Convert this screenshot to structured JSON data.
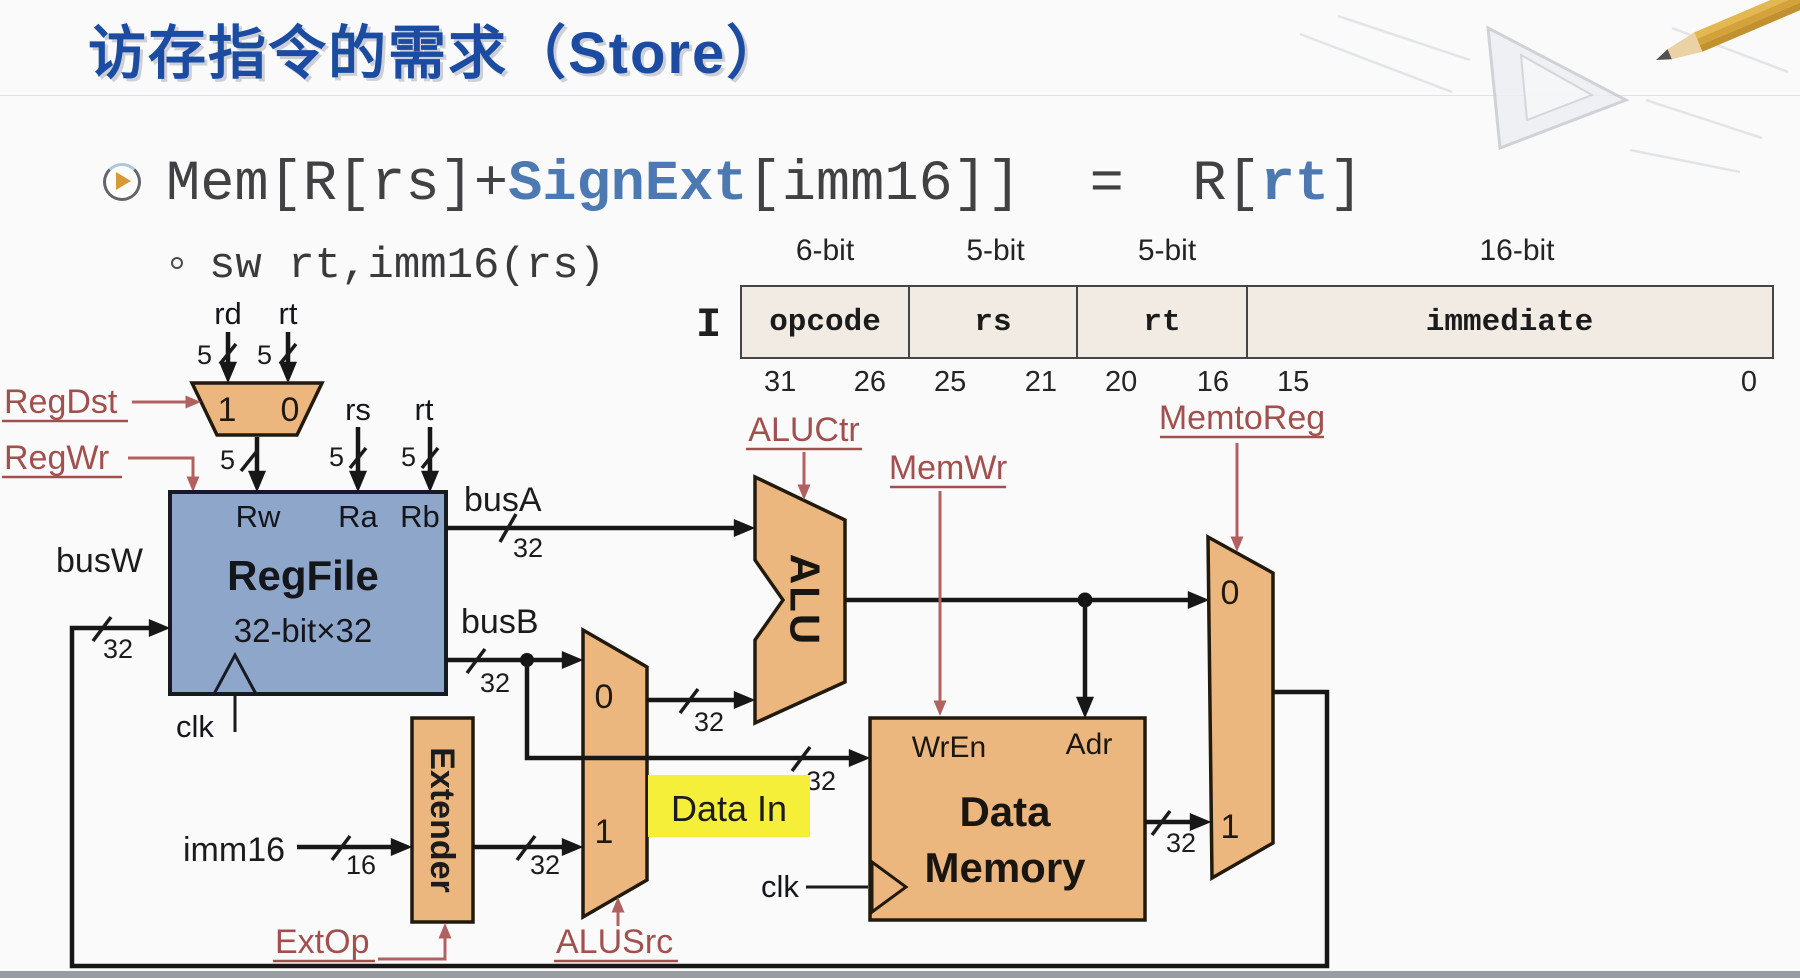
{
  "title": "访存指令的需求（Store）",
  "formula": {
    "p1": "Mem[R[rs]+",
    "p2": "SignExt",
    "p3": "[imm16]]  =  R[",
    "p4": "rt",
    "p5": "]"
  },
  "sub_bullet": "sw rt,imm16(rs)",
  "format_table": {
    "type_label": "I",
    "widths": [
      "6-bit",
      "5-bit",
      "5-bit",
      "16-bit"
    ],
    "fields": [
      "opcode",
      "rs",
      "rt",
      "immediate"
    ],
    "bits": [
      [
        "31",
        "26"
      ],
      [
        "25",
        "21"
      ],
      [
        "20",
        "16"
      ],
      [
        "15",
        "0"
      ]
    ]
  },
  "signals": {
    "regdst": "RegDst",
    "regwr": "RegWr",
    "aluctr": "ALUCtr",
    "memwr": "MemWr",
    "memtoreg": "MemtoReg",
    "extop": "ExtOp",
    "alusrc": "ALUSrc"
  },
  "wires": {
    "busA": "busA",
    "busB": "busB",
    "busW": "busW",
    "imm16": "imm16",
    "data_in": "Data In",
    "rd": "rd",
    "rt": "rt",
    "rs": "rs",
    "w5": "5",
    "w16": "16",
    "w32": "32"
  },
  "blocks": {
    "regfile": {
      "name": "RegFile",
      "size": "32-bit×32",
      "rw": "Rw",
      "ra": "Ra",
      "rb": "Rb",
      "clk": "clk"
    },
    "alu": {
      "name": "ALU"
    },
    "extender": {
      "name": "Extender"
    },
    "data_memory": {
      "name1": "Data",
      "name2": "Memory",
      "wren": "WrEn",
      "adr": "Adr",
      "clk": "clk"
    }
  },
  "mux": {
    "zero": "0",
    "one": "1"
  },
  "colors": {
    "title_blue": "#1c4ca1",
    "keyword_blue": "#4d79b3",
    "control_red": "#a1504e",
    "block_orange": "#ecb77e",
    "block_blue": "#8da6c9",
    "highlight_yellow": "#f6ef39"
  }
}
